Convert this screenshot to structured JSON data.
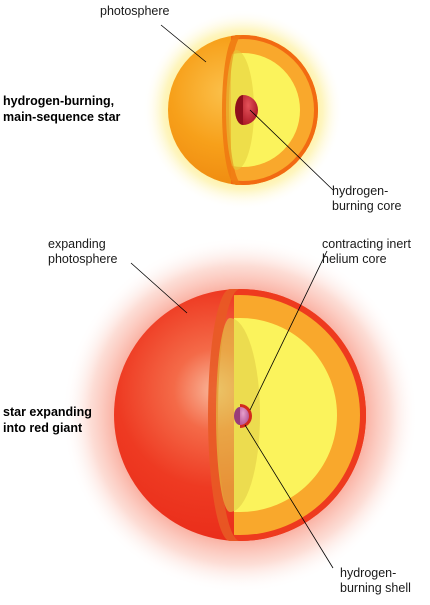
{
  "top_star": {
    "caption_line1": "hydrogen-burning,",
    "caption_line2": "main-sequence star",
    "label_photosphere": "photosphere",
    "label_core_line1": "hydrogen-",
    "label_core_line2": "burning core"
  },
  "bottom_star": {
    "caption_line1": "star expanding",
    "caption_line2": "into red giant",
    "label_photosphere_line1": "expanding",
    "label_photosphere_line2": "photosphere",
    "label_core_line1": "contracting inert",
    "label_core_line2": "helium core",
    "label_shell_line1": "hydrogen-",
    "label_shell_line2": "burning shell"
  },
  "colors": {
    "top_surface": "#f7a21a",
    "top_glow": "#fde97a",
    "bottom_surface": "#f0301c",
    "bottom_glow": "#fbb1a3",
    "interior_outer": "#f9a82c",
    "interior_inner": "#fbf35c",
    "hydrogen_core": "#c81d2a",
    "helium_core": "#c0549e"
  }
}
